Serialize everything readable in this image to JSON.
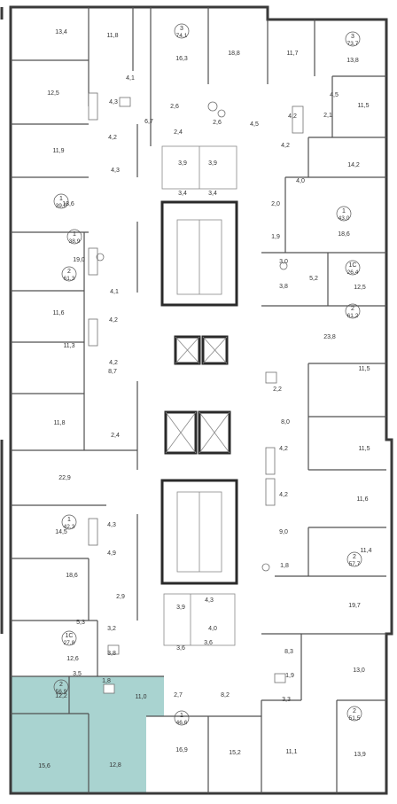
{
  "plan": {
    "highlight_color": "#a9d3d0",
    "wall_color": "#505050",
    "apartments": [
      {
        "id": "a1",
        "rooms": "3",
        "area": "74,1"
      },
      {
        "id": "a2",
        "rooms": "3",
        "area": "73,7"
      },
      {
        "id": "a3",
        "rooms": "1",
        "area": "39,0"
      },
      {
        "id": "a4",
        "rooms": "1",
        "area": "43,0"
      },
      {
        "id": "a5",
        "rooms": "1",
        "area": "38,9"
      },
      {
        "id": "a6",
        "rooms": "1С",
        "area": "26,4"
      },
      {
        "id": "a7",
        "rooms": "2",
        "area": "61,2"
      },
      {
        "id": "a8",
        "rooms": "2",
        "area": "61,3"
      },
      {
        "id": "a9",
        "rooms": "1",
        "area": "42,3"
      },
      {
        "id": "a10",
        "rooms": "2",
        "area": "57,7"
      },
      {
        "id": "a11",
        "rooms": "1С",
        "area": "27,8"
      },
      {
        "id": "a12",
        "rooms": "2",
        "area": "56,9",
        "highlighted": true
      },
      {
        "id": "a13",
        "rooms": "1",
        "area": "46,6"
      },
      {
        "id": "a14",
        "rooms": "2",
        "area": "51,5"
      }
    ],
    "rooms": [
      "13,4",
      "11,8",
      "16,3",
      "18,8",
      "11,7",
      "13,8",
      "12,5",
      "4,1",
      "4,3",
      "6,7",
      "2,6",
      "2,6",
      "4,5",
      "4,5",
      "4,2",
      "2,1",
      "11,5",
      "11,9",
      "4,2",
      "2,4",
      "4,2",
      "14,2",
      "4,3",
      "3,9",
      "3,9",
      "4,0",
      "18,6",
      "3,4",
      "3,4",
      "2,0",
      "18,6",
      "19,0",
      "1,9",
      "3,0",
      "4,1",
      "3,8",
      "5,2",
      "12,5",
      "11,6",
      "4,2",
      "4,2",
      "23,8",
      "11,3",
      "2,2",
      "11,5",
      "8,7",
      "8,0",
      "11,8",
      "2,4",
      "4,2",
      "11,5",
      "22,9",
      "4,2",
      "11,6",
      "14,5",
      "4,3",
      "9,0",
      "4,9",
      "11,4",
      "1,8",
      "18,6",
      "2,9",
      "19,7",
      "3,9",
      "4,3",
      "3,2",
      "4,0",
      "5,3",
      "12,6",
      "3,8",
      "3,6",
      "3,6",
      "8,3",
      "1,9",
      "13,0",
      "3,5",
      "1,8",
      "11,0",
      "2,7",
      "8,2",
      "3,3",
      "12,2",
      "16,9",
      "15,2",
      "11,1",
      "13,9",
      "15,6",
      "12,8"
    ]
  }
}
